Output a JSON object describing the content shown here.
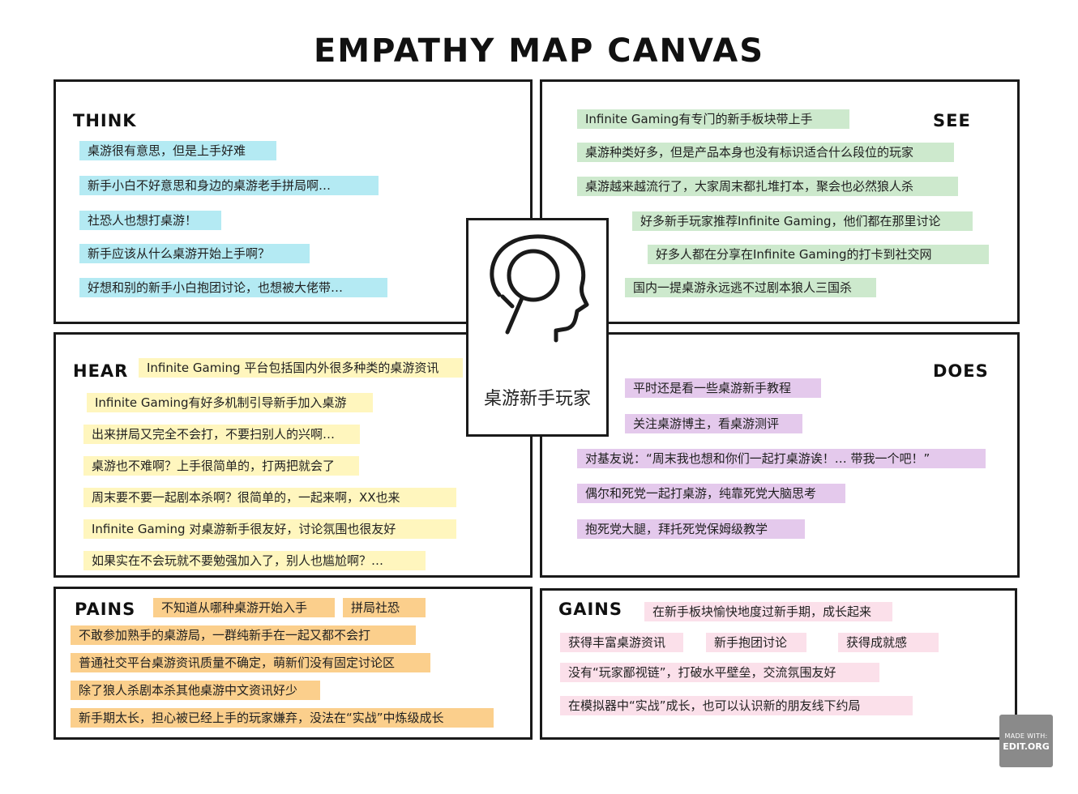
{
  "title": "EMPATHY MAP CANVAS",
  "center": {
    "label": "桌游新手玩家",
    "icon": "head-magnifier-icon"
  },
  "think": {
    "label": "THINK",
    "notes": [
      "桌游很有意思，但是上手好难",
      "新手小白不好意思和身边的桌游老手拼局啊…",
      "社恐人也想打桌游！",
      "新手应该从什么桌游开始上手啊？",
      "好想和别的新手小白抱团讨论，也想被大佬带…"
    ]
  },
  "see": {
    "label": "SEE",
    "notes": [
      "Infinite Gaming有专门的新手板块带上手",
      "桌游种类好多，但是产品本身也没有标识适合什么段位的玩家",
      "桌游越来越流行了，大家周末都扎堆打本，聚会也必然狼人杀",
      "好多新手玩家推荐Infinite Gaming，他们都在那里讨论",
      "好多人都在分享在Infinite Gaming的打卡到社交网",
      "国内一提桌游永远逃不过剧本狼人三国杀"
    ]
  },
  "hear": {
    "label": "HEAR",
    "notes": [
      "Infinite Gaming 平台包括国内外很多种类的桌游资讯",
      "Infinite Gaming有好多机制引导新手加入桌游",
      "出来拼局又完全不会打，不要扫别人的兴啊…",
      "桌游也不难啊？上手很简单的，打两把就会了",
      "周末要不要一起剧本杀啊？很简单的，一起来啊，XX也来",
      "Infinite Gaming 对桌游新手很友好，讨论氛围也很友好",
      "如果实在不会玩就不要勉强加入了，别人也尴尬啊？…"
    ]
  },
  "does": {
    "label": "DOES",
    "notes": [
      "平时还是看一些桌游新手教程",
      "关注桌游博主，看桌游测评",
      "对基友说：“周末我也想和你们一起打桌游诶！… 带我一个吧！”",
      "偶尔和死党一起打桌游，纯靠死党大脑思考",
      "抱死党大腿，拜托死党保姆级教学"
    ]
  },
  "pains": {
    "label": "PAINS",
    "notes": [
      "不知道从哪种桌游开始入手",
      "拼局社恐",
      "不敢参加熟手的桌游局，一群纯新手在一起又都不会打",
      "普通社交平台桌游资讯质量不确定，萌新们没有固定讨论区",
      "除了狼人杀剧本杀其他桌游中文资讯好少",
      "新手期太长，担心被已经上手的玩家嫌弃，没法在“实战”中炼级成长"
    ]
  },
  "gains": {
    "label": "GAINS",
    "notes": [
      "在新手板块愉快地度过新手期，成长起来",
      "获得丰富桌游资讯",
      "新手抱团讨论",
      "获得成就感",
      "没有“玩家鄙视链”，打破水平壁垒，交流氛围友好",
      "在模拟器中“实战”成长，也可以认识新的朋友线下约局"
    ]
  },
  "badge": {
    "line1": "MADE WITH:",
    "line2": "EDIT.ORG"
  }
}
